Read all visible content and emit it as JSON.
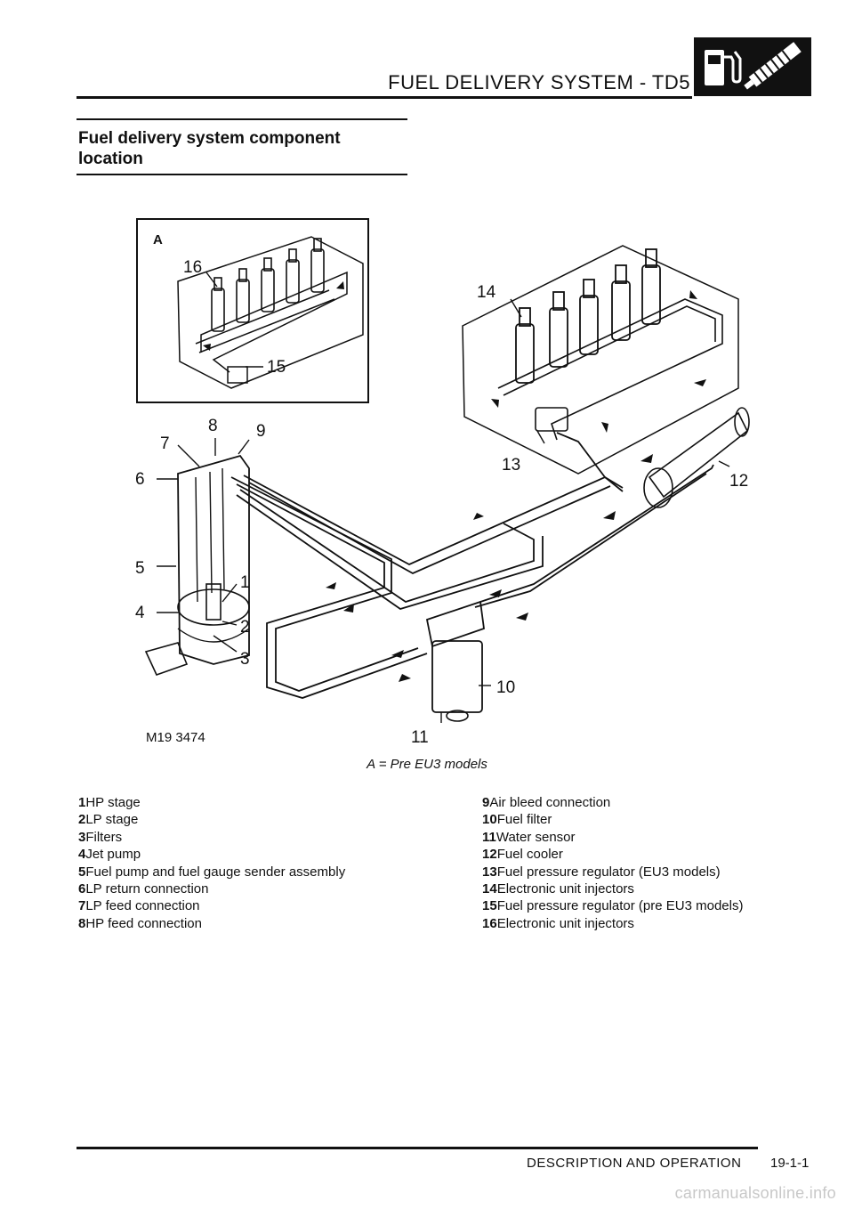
{
  "header": {
    "title": "FUEL DELIVERY SYSTEM - TD5",
    "icon": "fuel-pump-injector-icon"
  },
  "section": {
    "title": "Fuel delivery system component location"
  },
  "figure": {
    "inset_label": "A",
    "reference": "M19 3474",
    "caption": "A = Pre EU3 models",
    "callouts": [
      "1",
      "2",
      "3",
      "4",
      "5",
      "6",
      "7",
      "8",
      "9",
      "10",
      "11",
      "12",
      "13",
      "14",
      "15",
      "16"
    ]
  },
  "legend": {
    "left": [
      {
        "num": "1",
        "text": "HP stage"
      },
      {
        "num": "2",
        "text": "LP stage"
      },
      {
        "num": "3",
        "text": "Filters"
      },
      {
        "num": "4",
        "text": "Jet pump"
      },
      {
        "num": "5",
        "text": "Fuel pump and fuel gauge sender assembly"
      },
      {
        "num": "6",
        "text": "LP return connection"
      },
      {
        "num": "7",
        "text": "LP feed connection"
      },
      {
        "num": "8",
        "text": "HP feed connection"
      }
    ],
    "right": [
      {
        "num": "9",
        "text": "Air bleed connection"
      },
      {
        "num": "10",
        "text": "Fuel filter"
      },
      {
        "num": "11",
        "text": "Water sensor"
      },
      {
        "num": "12",
        "text": "Fuel cooler"
      },
      {
        "num": "13",
        "text": "Fuel pressure regulator (EU3 models)"
      },
      {
        "num": "14",
        "text": "Electronic unit injectors"
      },
      {
        "num": "15",
        "text": "Fuel pressure regulator (pre EU3 models)"
      },
      {
        "num": "16",
        "text": "Electronic unit injectors"
      }
    ]
  },
  "footer": {
    "section": "DESCRIPTION AND OPERATION",
    "page": "19-1-1"
  },
  "watermark": "carmanualsonline.info"
}
